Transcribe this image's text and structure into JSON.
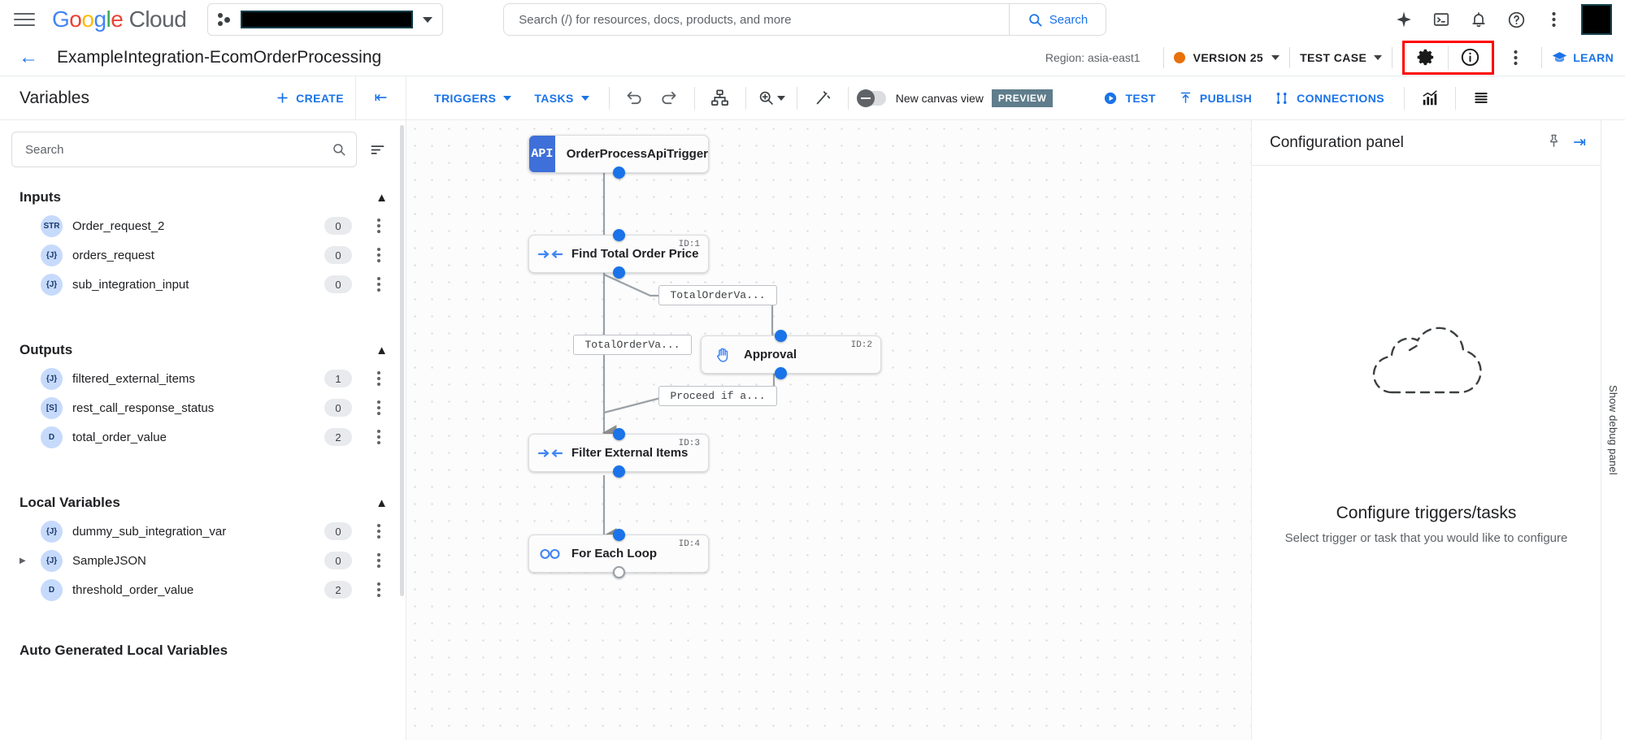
{
  "topbar": {
    "menu_icon": "hamburger-icon",
    "logo": {
      "google": "Google",
      "cloud": "Cloud"
    },
    "project_selector": {
      "value": "",
      "redacted": true,
      "icon": "project-dots-icon"
    },
    "search": {
      "placeholder": "Search (/) for resources, docs, products, and more",
      "value": "",
      "button_label": "Search",
      "button_icon": "search-icon"
    },
    "icons": [
      "gemini-spark-icon",
      "cloud-shell-icon",
      "notifications-bell-icon",
      "help-question-icon",
      "more-vert-icon"
    ],
    "avatar": "avatar"
  },
  "subheader": {
    "back_icon": "back-arrow-icon",
    "title": "ExampleIntegration-EcomOrderProcessing",
    "region": "Region: asia-east1",
    "version_label": "VERSION 25",
    "version_status_color": "#E8710A",
    "test_case_label": "TEST CASE",
    "settings_icon": "gear-icon",
    "info_icon": "info-circle-icon",
    "more_icon": "more-vert-icon",
    "learn_label": "LEARN",
    "learn_icon": "school-icon",
    "highlight_color": "#FF0000"
  },
  "sidebar": {
    "title": "Variables",
    "create_label": "CREATE",
    "create_icon": "plus-icon",
    "collapse_icon": "collapse-left-icon",
    "search": {
      "placeholder": "Search",
      "value": "",
      "icon": "search-icon"
    },
    "sort_icon": "sort-icon",
    "groups": [
      {
        "title": "Inputs",
        "chevron": "chevron-up-icon",
        "items": [
          {
            "type": "STR",
            "name": "Order_request_2",
            "count": "0",
            "expandable": false
          },
          {
            "type": "{J}",
            "name": "orders_request",
            "count": "0",
            "expandable": false
          },
          {
            "type": "{J}",
            "name": "sub_integration_input",
            "count": "0",
            "expandable": false
          }
        ]
      },
      {
        "title": "Outputs",
        "chevron": "chevron-up-icon",
        "items": [
          {
            "type": "{J}",
            "name": "filtered_external_items",
            "count": "1",
            "expandable": false
          },
          {
            "type": "[S]",
            "name": "rest_call_response_status",
            "count": "0",
            "expandable": false
          },
          {
            "type": "D",
            "name": "total_order_value",
            "count": "2",
            "expandable": false
          }
        ]
      },
      {
        "title": "Local Variables",
        "chevron": "chevron-up-icon",
        "items": [
          {
            "type": "{J}",
            "name": "dummy_sub_integration_var",
            "count": "0",
            "expandable": false
          },
          {
            "type": "{J}",
            "name": "SampleJSON",
            "count": "0",
            "expandable": true
          },
          {
            "type": "D",
            "name": "threshold_order_value",
            "count": "2",
            "expandable": false
          }
        ]
      },
      {
        "title": "Auto Generated Local Variables",
        "chevron": "",
        "items": []
      }
    ]
  },
  "canvas_toolbar": {
    "triggers_label": "TRIGGERS",
    "tasks_label": "TASKS",
    "undo_icon": "undo-icon",
    "redo_icon": "redo-icon",
    "layout_icon": "auto-layout-icon",
    "zoom_icon": "zoom-in-icon",
    "magic_icon": "magic-wand-icon",
    "new_canvas_toggle": {
      "state": "off",
      "label": "New canvas view",
      "badge": "PREVIEW"
    },
    "test_label": "TEST",
    "test_icon": "play-circle-icon",
    "publish_label": "PUBLISH",
    "publish_icon": "publish-upload-icon",
    "connections_label": "CONNECTIONS",
    "connections_icon": "connections-icon",
    "analytics_icon": "analytics-chart-icon",
    "list_icon": "list-view-icon"
  },
  "graph": {
    "nodes": [
      {
        "id": "",
        "label": "OrderProcessApiTrigger",
        "icon": "api-badge",
        "kind": "trigger"
      },
      {
        "id": "ID:1",
        "label": "Find Total Order Price",
        "icon": "data-mapping-icon",
        "kind": "task"
      },
      {
        "id": "ID:2",
        "label": "Approval",
        "icon": "hand-raise-icon",
        "kind": "task"
      },
      {
        "id": "ID:3",
        "label": "Filter External Items",
        "icon": "data-mapping-icon",
        "kind": "task"
      },
      {
        "id": "ID:4",
        "label": "For Each Loop",
        "icon": "infinity-loop-icon",
        "kind": "task"
      }
    ],
    "edge_labels": [
      "TotalOrderVa...",
      "TotalOrderVa...",
      "Proceed if a..."
    ]
  },
  "config_panel": {
    "title": "Configuration panel",
    "pin_icon": "pin-icon",
    "expand_icon": "expand-right-icon",
    "empty_title": "Configure triggers/tasks",
    "empty_sub": "Select trigger or task that you would like to configure",
    "empty_art": "dashed-cloud-icon"
  },
  "debug_rail": {
    "label": "Show debug panel"
  }
}
